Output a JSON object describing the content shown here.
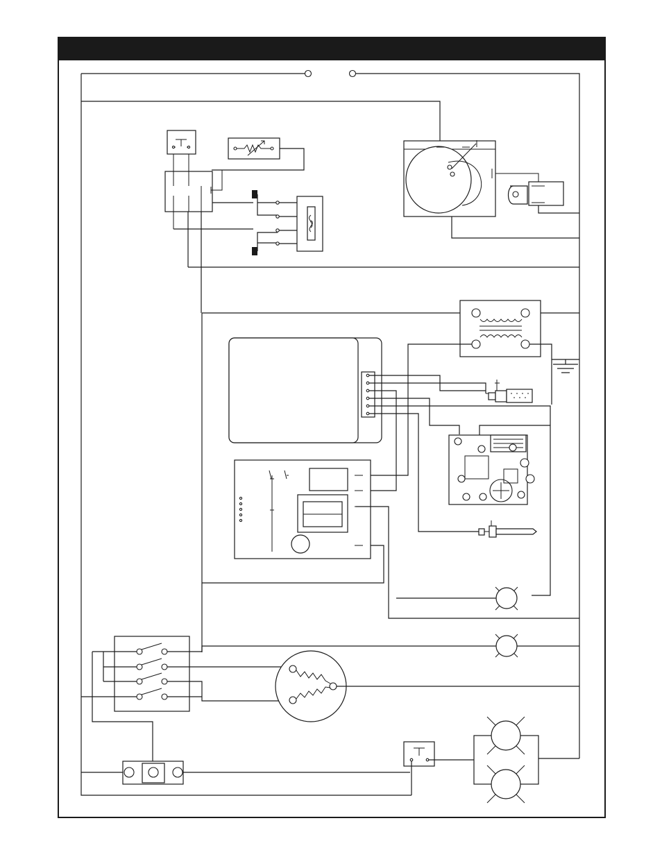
{
  "diagram": {
    "title": "",
    "line_color": "#1a1a1a",
    "background_color": "#ffffff",
    "components": [
      {
        "id": "power-terminals",
        "kind": "terminal-pair"
      },
      {
        "id": "limit-switch-top",
        "kind": "thermostat"
      },
      {
        "id": "rheostat",
        "kind": "variable-resistor"
      },
      {
        "id": "switch-block",
        "kind": "relay"
      },
      {
        "id": "terminal-strip",
        "kind": "terminal-strip"
      },
      {
        "id": "blower-motor",
        "kind": "motor"
      },
      {
        "id": "motor-capacitor",
        "kind": "capacitor"
      },
      {
        "id": "transformer",
        "kind": "transformer"
      },
      {
        "id": "ground",
        "kind": "ground"
      },
      {
        "id": "ignition-module",
        "kind": "control-module"
      },
      {
        "id": "control-board",
        "kind": "control-board"
      },
      {
        "id": "igniter",
        "kind": "hot-surface-igniter"
      },
      {
        "id": "gas-valve",
        "kind": "gas-valve"
      },
      {
        "id": "flame-sensor",
        "kind": "sensor"
      },
      {
        "id": "indicator-lamp-1",
        "kind": "lamp"
      },
      {
        "id": "indicator-lamp-2",
        "kind": "lamp"
      },
      {
        "id": "selector-switch",
        "kind": "rotary-switch"
      },
      {
        "id": "fan-motor",
        "kind": "motor"
      },
      {
        "id": "rocker-switch",
        "kind": "switch"
      },
      {
        "id": "limit-switch-bottom",
        "kind": "thermostat"
      },
      {
        "id": "lamp-pair",
        "kind": "lamp"
      }
    ]
  }
}
